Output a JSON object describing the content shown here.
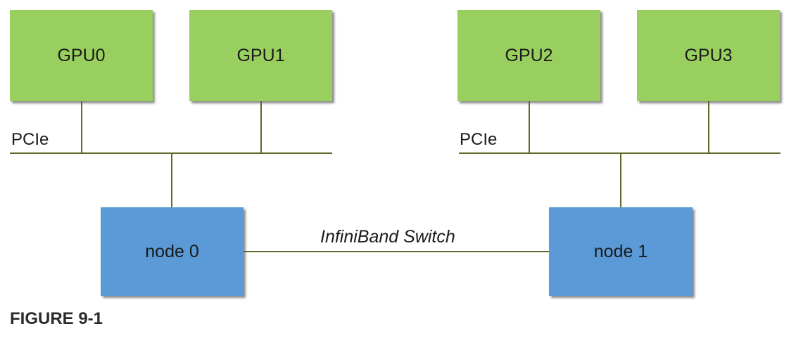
{
  "left_cluster": {
    "bus_label": "PCIe",
    "gpus": [
      "GPU0",
      "GPU1"
    ],
    "node": "node 0"
  },
  "right_cluster": {
    "bus_label": "PCIe",
    "gpus": [
      "GPU2",
      "GPU3"
    ],
    "node": "node 1"
  },
  "interconnect_label": "InfiniBand Switch",
  "caption": "FIGURE 9-1",
  "colors": {
    "gpu_fill": "#99cf5f",
    "node_fill": "#5b9ad6",
    "line": "#5a6b2a"
  }
}
